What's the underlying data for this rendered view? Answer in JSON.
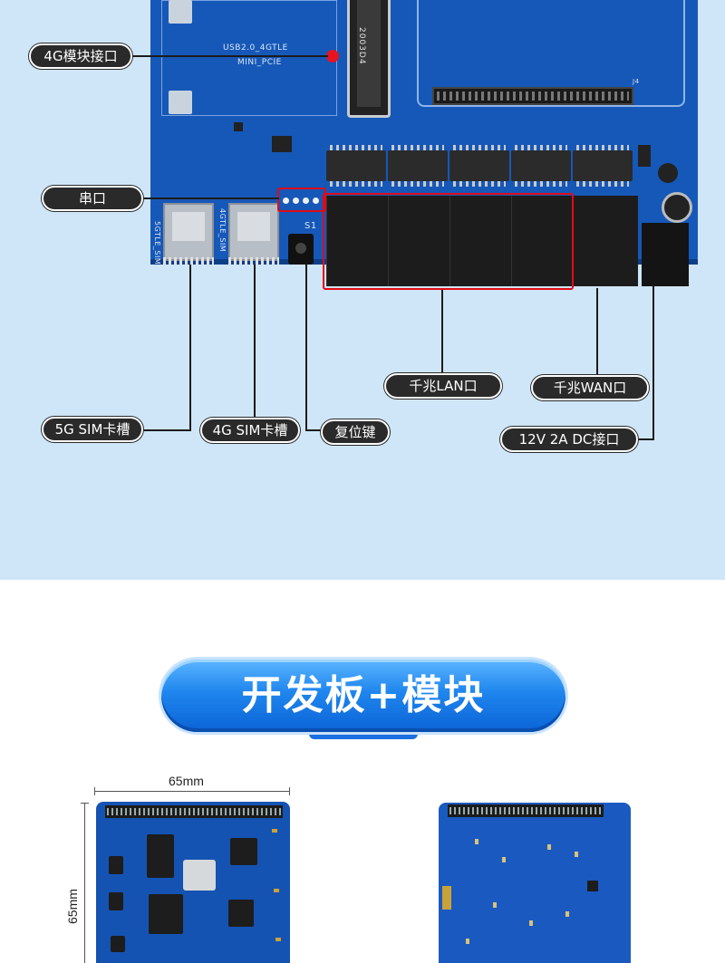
{
  "callouts": {
    "mpcie_4g": "4G模块接口",
    "serial": "串口",
    "gigabit_lan": "千兆LAN口",
    "gigabit_wan": "千兆WAN口",
    "sim_5g": "5G SIM卡槽",
    "sim_4g": "4G SIM卡槽",
    "reset": "复位键",
    "dc_power": "12V 2A DC接口"
  },
  "board_silk": {
    "mpcie_label_1": "USB2.0_4GTLE",
    "mpcie_label_2": "MINI_PCIE",
    "mpcie_slot_text": "2003D4",
    "sim_5g_silk": "5GTLE_SIM",
    "sim_4g_silk": "4GTLE_SIM",
    "reset_silk": "S1",
    "header_silk": "J4"
  },
  "section": {
    "title": "开发板+模块"
  },
  "dimensions": {
    "width": "65mm",
    "height": "65mm"
  },
  "colors": {
    "board_blue": "#1658b8",
    "top_bg": "#cfe6f8",
    "callout_bg": "#2a2a2a",
    "highlight_red": "#e10b17",
    "title_blue": "#1f86ee"
  }
}
